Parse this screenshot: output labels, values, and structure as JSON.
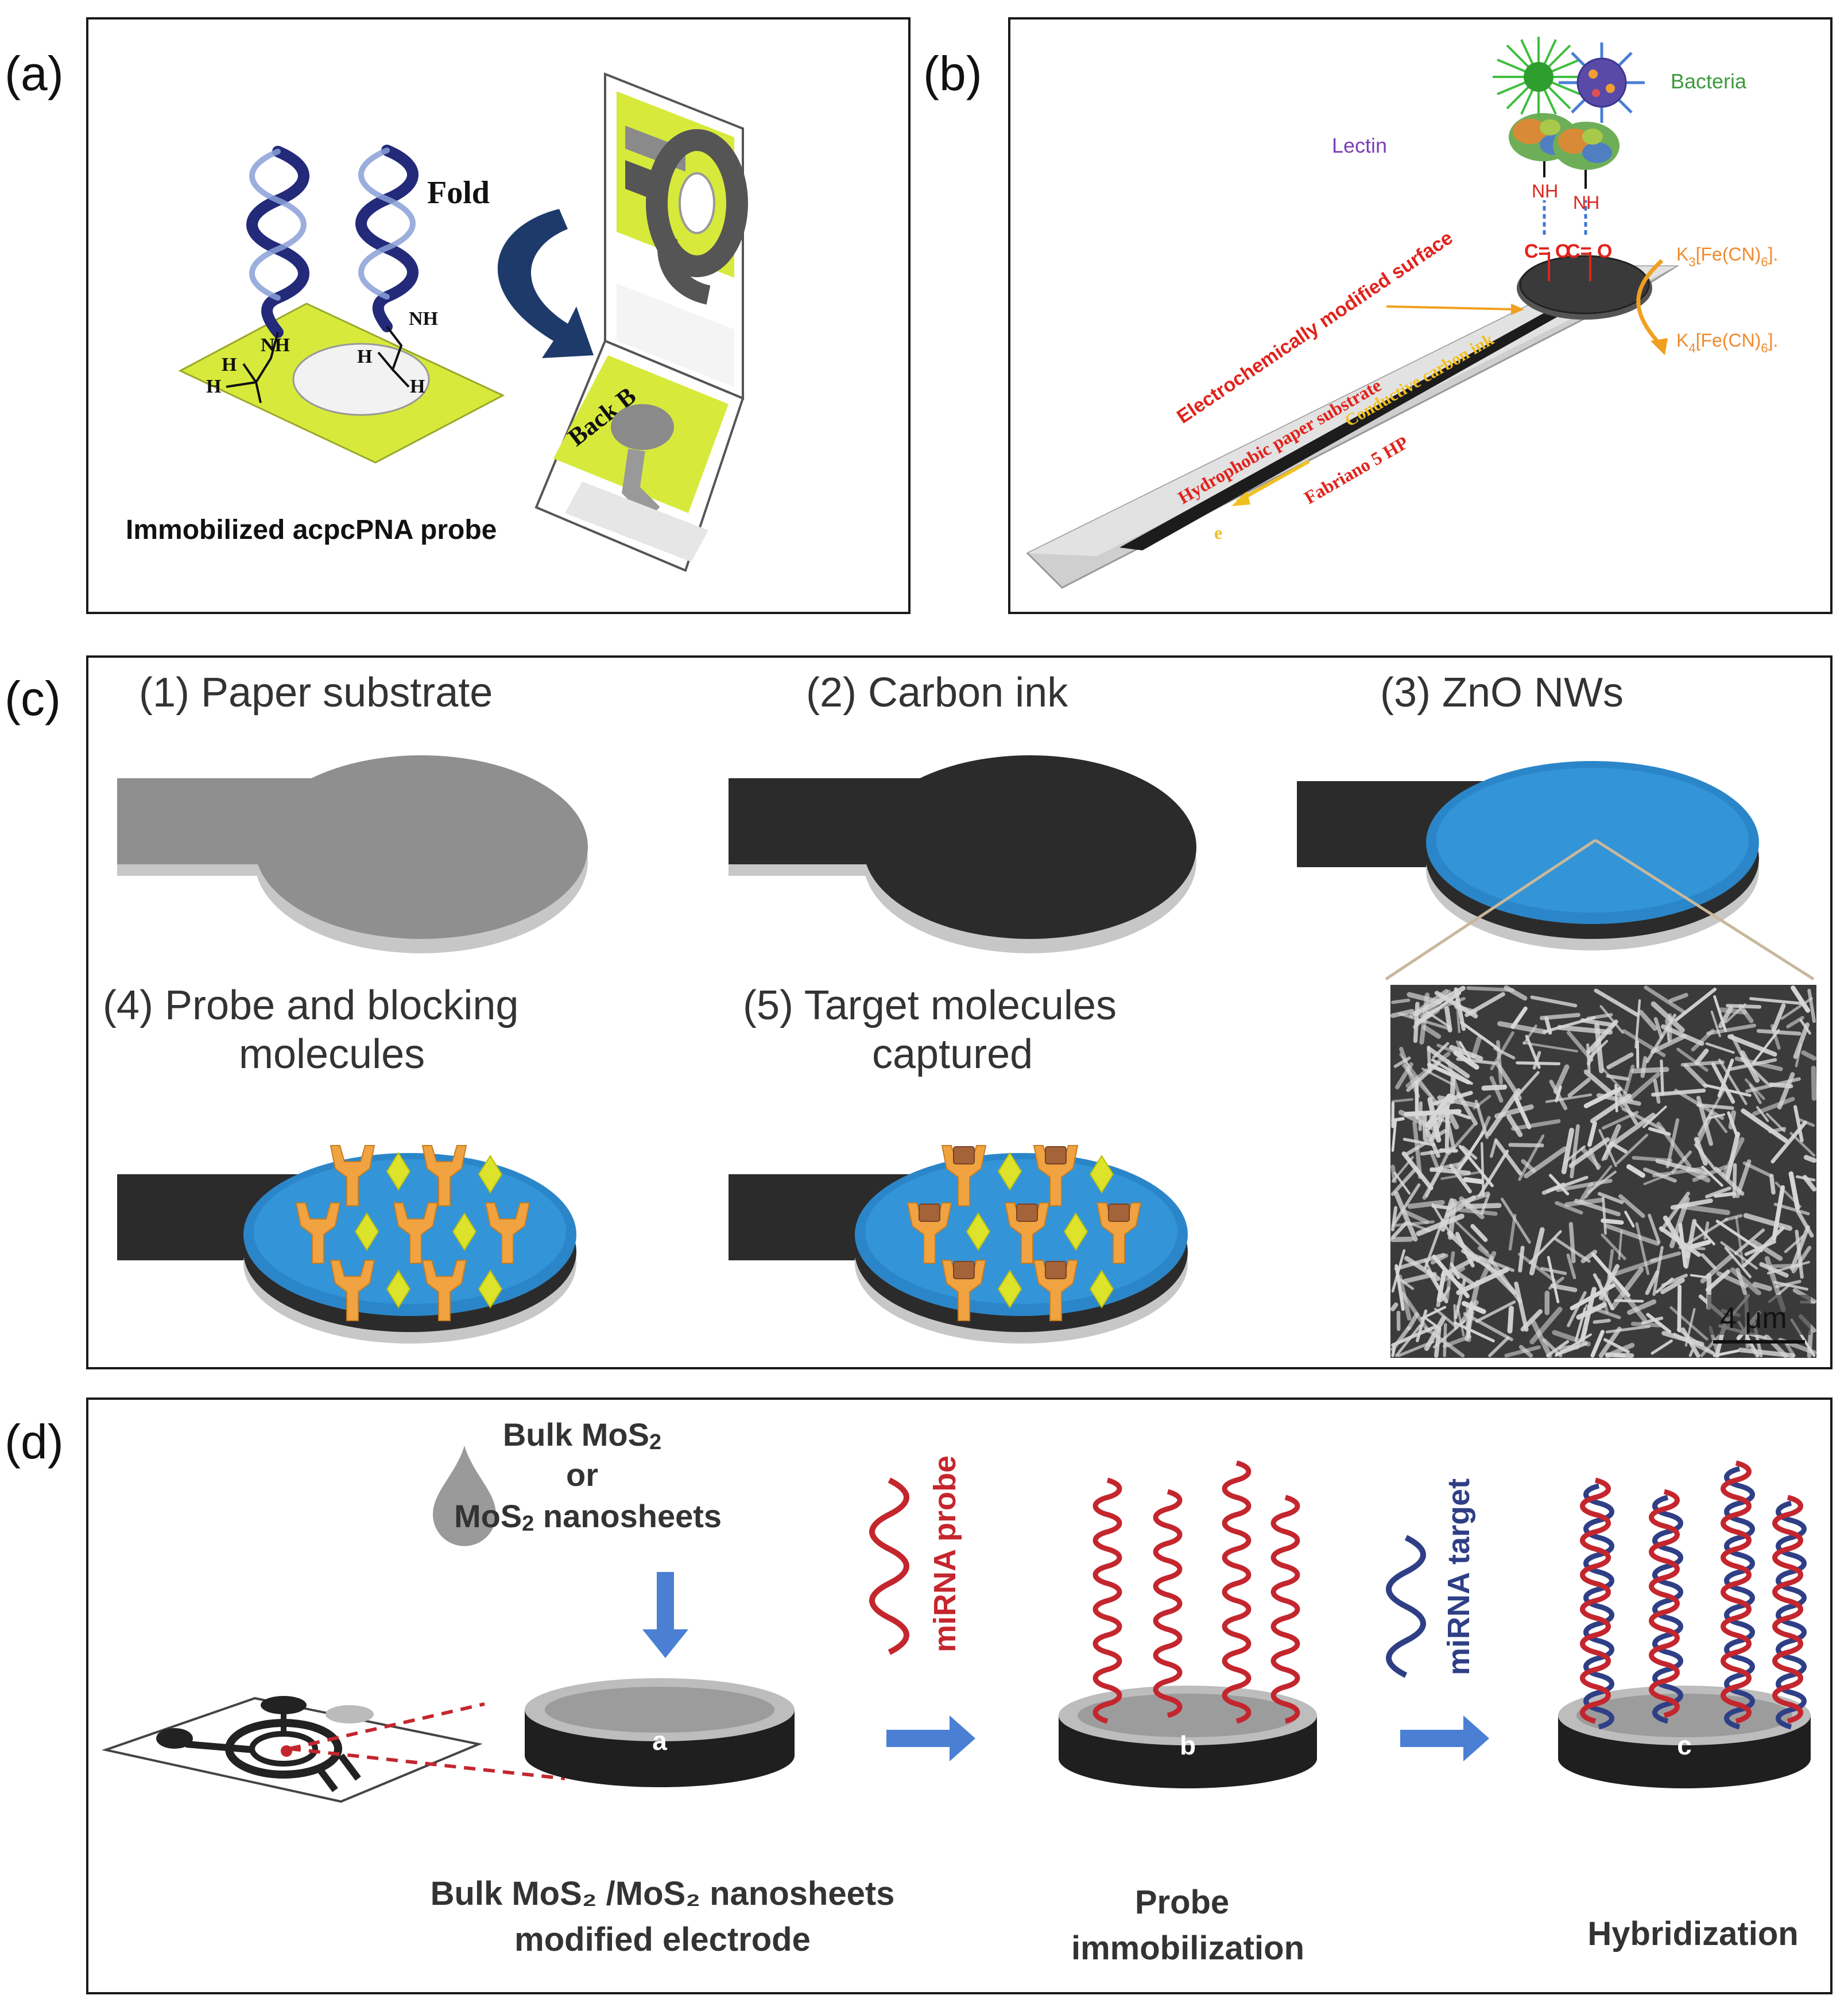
{
  "panel_a": {
    "label": "(a)",
    "fold_text": "Fold",
    "back_text": "Back B",
    "caption": "Immobilized acpcPNA probe",
    "atoms": [
      "H",
      "H",
      "NH",
      "NH",
      "H",
      "H"
    ]
  },
  "panel_b": {
    "label": "(b)",
    "bacteria": "Bacteria",
    "lectin": "Lectin",
    "nh": "NH",
    "co": "C= O",
    "k3_main": "K",
    "k3_sub": "3",
    "k3_rest": "[Fe(CN)",
    "k3_sub2": "6",
    "k3_end": "].",
    "k4_main": "K",
    "k4_sub": "4",
    "k4_rest": "[Fe(CN)",
    "k4_sub2": "6",
    "k4_end": "].",
    "modified": "Electrochemically modified surface",
    "hydrophobic": "Hydrophobic  paper  substrate",
    "conductive": "Conductive  carbon  ink",
    "fabriano": "Fabriano  5 HP",
    "electron": "e"
  },
  "panel_c": {
    "label": "(c)",
    "step1": "(1) Paper substrate",
    "step2": "(2) Carbon ink",
    "step3": "(3) ZnO NWs",
    "step4_l1": "(4) Probe and blocking",
    "step4_l2": "molecules",
    "step5_l1": "(5) Target molecules",
    "step5_l2": "captured",
    "scale": "4 μm"
  },
  "panel_d": {
    "label": "(d)",
    "bulk_l1": "Bulk MoS",
    "bulk_sub": "2",
    "or": "or",
    "nano_l1": "MoS",
    "nano_sub": "2",
    "nano_rest": " nanosheets",
    "probe_vert": "miRNA probe",
    "target_vert": "miRNA target",
    "disc_a": "a",
    "disc_b": "b",
    "disc_c": "c",
    "cap1_l1": "Bulk MoS₂ /MoS₂ nanosheets",
    "cap1_l2": "modified electrode",
    "cap2_l1": "Probe",
    "cap2_l2": "immobilization",
    "cap3": "Hybridization"
  },
  "colors": {
    "yellow_green": "#d7ea3c",
    "navy_helix": "#232a7a",
    "arrow_navy": "#1d3a6a",
    "carbon": "#2b2b2b",
    "paper_grey": "#8f8f8f",
    "zno_blue": "#2b86c9",
    "probe_orange": "#f0a340",
    "block_yellow": "#dde22a",
    "red_text": "#e0231c",
    "orange_text": "#f08a2c",
    "purple_text": "#7b3fb5",
    "green_text": "#3e9a3e",
    "arrow_blue": "#4a7fd4",
    "mirna_red": "#c4262e",
    "mirna_blue": "#2f3f86"
  }
}
